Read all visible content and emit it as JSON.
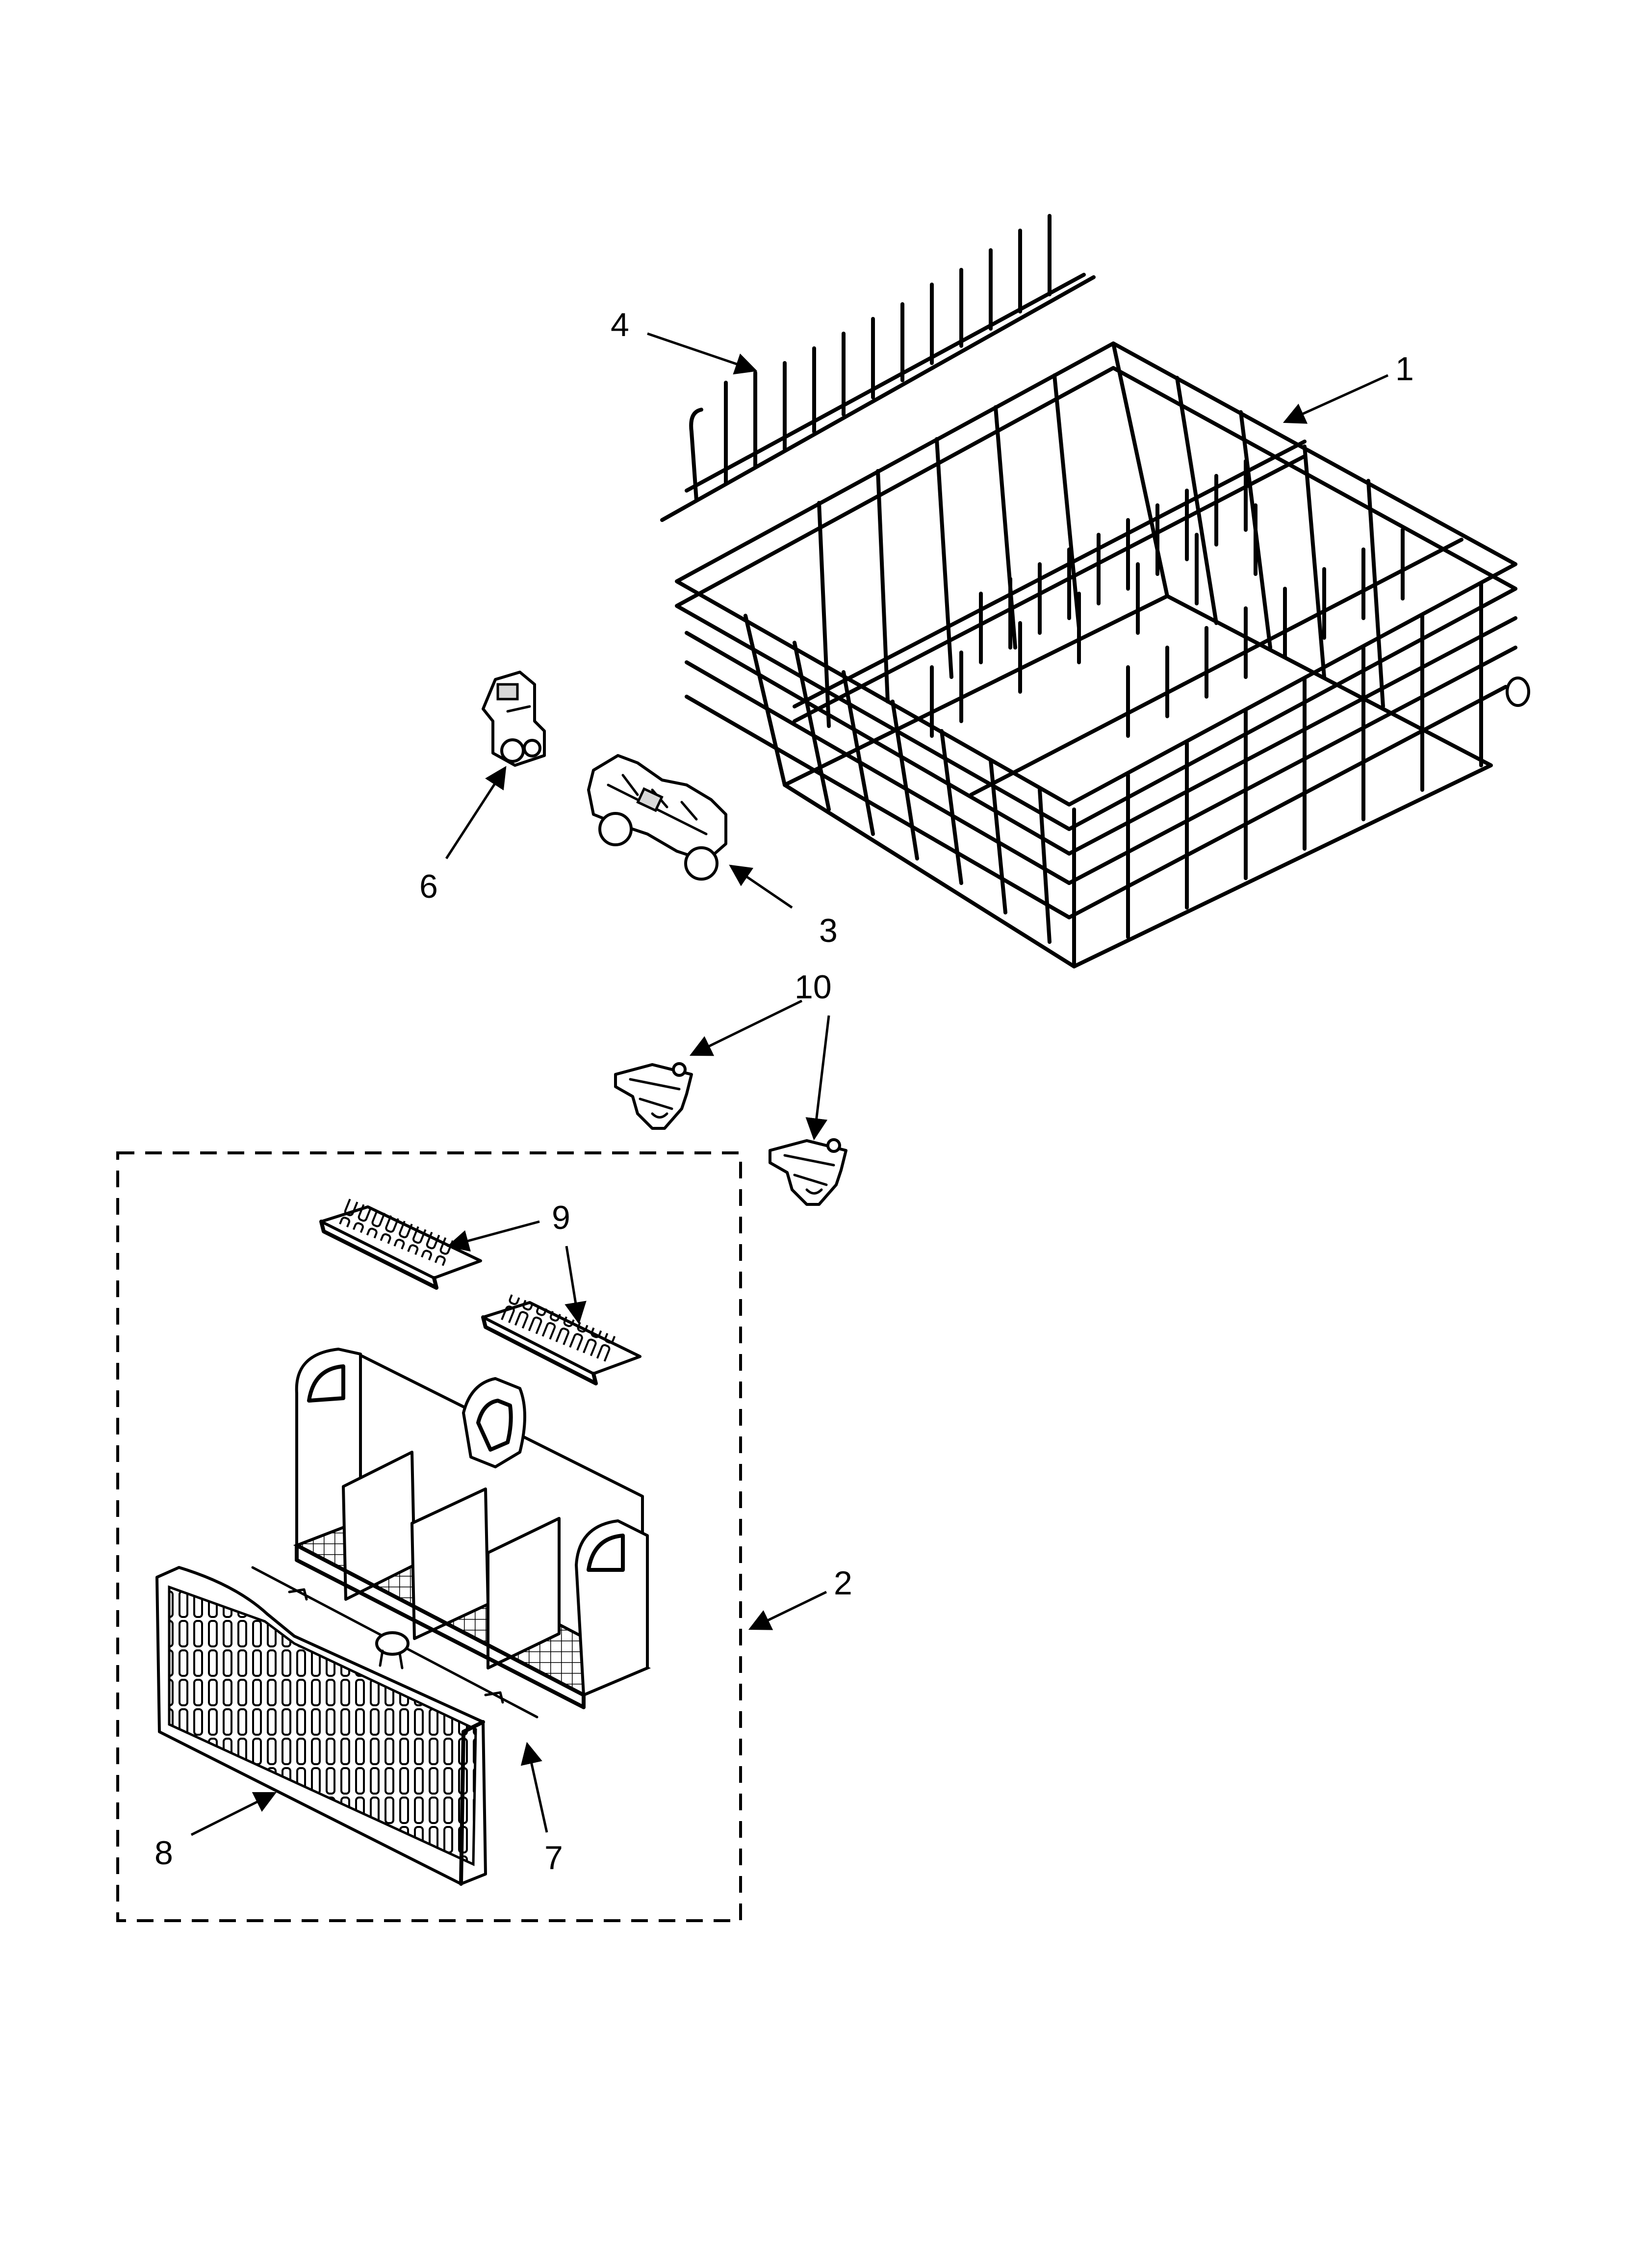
{
  "callouts": {
    "c1": "1",
    "c2": "2",
    "c3": "3",
    "c4": "4",
    "c6": "6",
    "c7": "7",
    "c8": "8",
    "c9": "9",
    "c10": "10"
  }
}
